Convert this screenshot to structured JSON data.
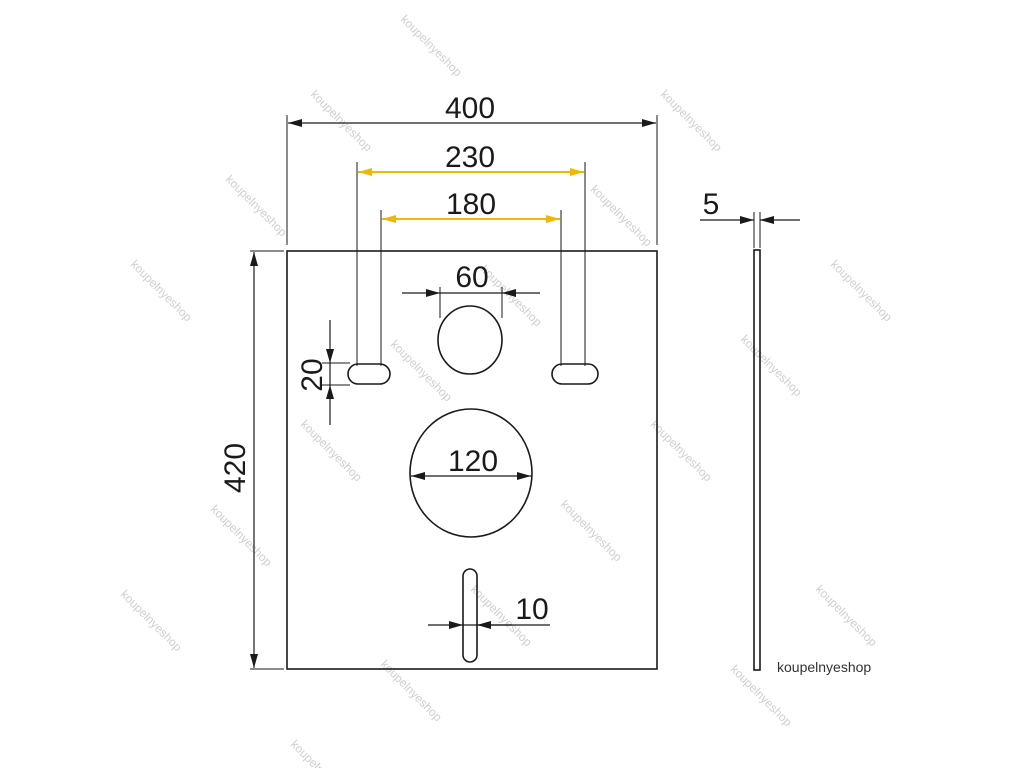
{
  "dimensions": {
    "width": "400",
    "outer_spacing": "230",
    "inner_spacing": "180",
    "top_hole": "60",
    "slot_height": "20",
    "height": "420",
    "center_hole": "120",
    "bottom_slot": "10",
    "thickness": "5"
  },
  "brand": "koupelnyeshop",
  "watermark": "koupelnyeshop",
  "colors": {
    "line": "#1a1a1a",
    "highlight": "#f2b705",
    "watermark": "#cfcfcf"
  }
}
